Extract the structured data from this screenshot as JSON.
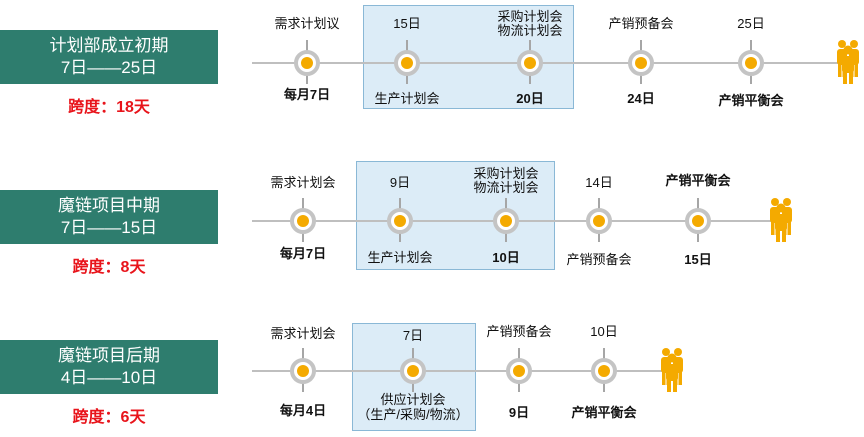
{
  "stages": [
    {
      "title": "计划部成立初期",
      "range": "7日——25日",
      "span": "跨度：18天",
      "events": [
        {
          "top": "需求计划议",
          "bottom": "每月7日"
        },
        {
          "top": "15日",
          "bottom": "生产计划会"
        },
        {
          "top": "采购计划会",
          "top2": "物流计划会",
          "bottom": "20日"
        },
        {
          "top": "产销预备会",
          "bottom": "24日"
        },
        {
          "top": "25日",
          "bottom": "产销平衡会"
        }
      ]
    },
    {
      "title": "魔链项目中期",
      "range": "7日——15日",
      "span": "跨度：8天",
      "events": [
        {
          "top": "需求计划会",
          "bottom": "每月7日"
        },
        {
          "top": "9日",
          "bottom": "生产计划会"
        },
        {
          "top": "采购计划会",
          "top2": "物流计划会",
          "bottom": "10日"
        },
        {
          "top": "14日",
          "bottom": "产销预备会"
        },
        {
          "top": "产销平衡会",
          "bottom": "15日"
        }
      ]
    },
    {
      "title": "魔链项目后期",
      "range": "4日——10日",
      "span": "跨度：6天",
      "events": [
        {
          "top": "需求计划会",
          "bottom": "每月4日"
        },
        {
          "top": "7日",
          "bottom": "供应计划会",
          "bottom2": "（生产/采购/物流）"
        },
        {
          "top": "产销预备会",
          "bottom": "9日"
        },
        {
          "top": "10日",
          "bottom": "产销平衡会"
        }
      ]
    }
  ],
  "colors": {
    "stage_box": "#2e7d6e",
    "span_text": "#e8141b",
    "node_fill": "#f4aa00",
    "highlight": "#dcecf7",
    "people_icon": "#f4aa00"
  },
  "icons": [
    "people-group-icon"
  ]
}
